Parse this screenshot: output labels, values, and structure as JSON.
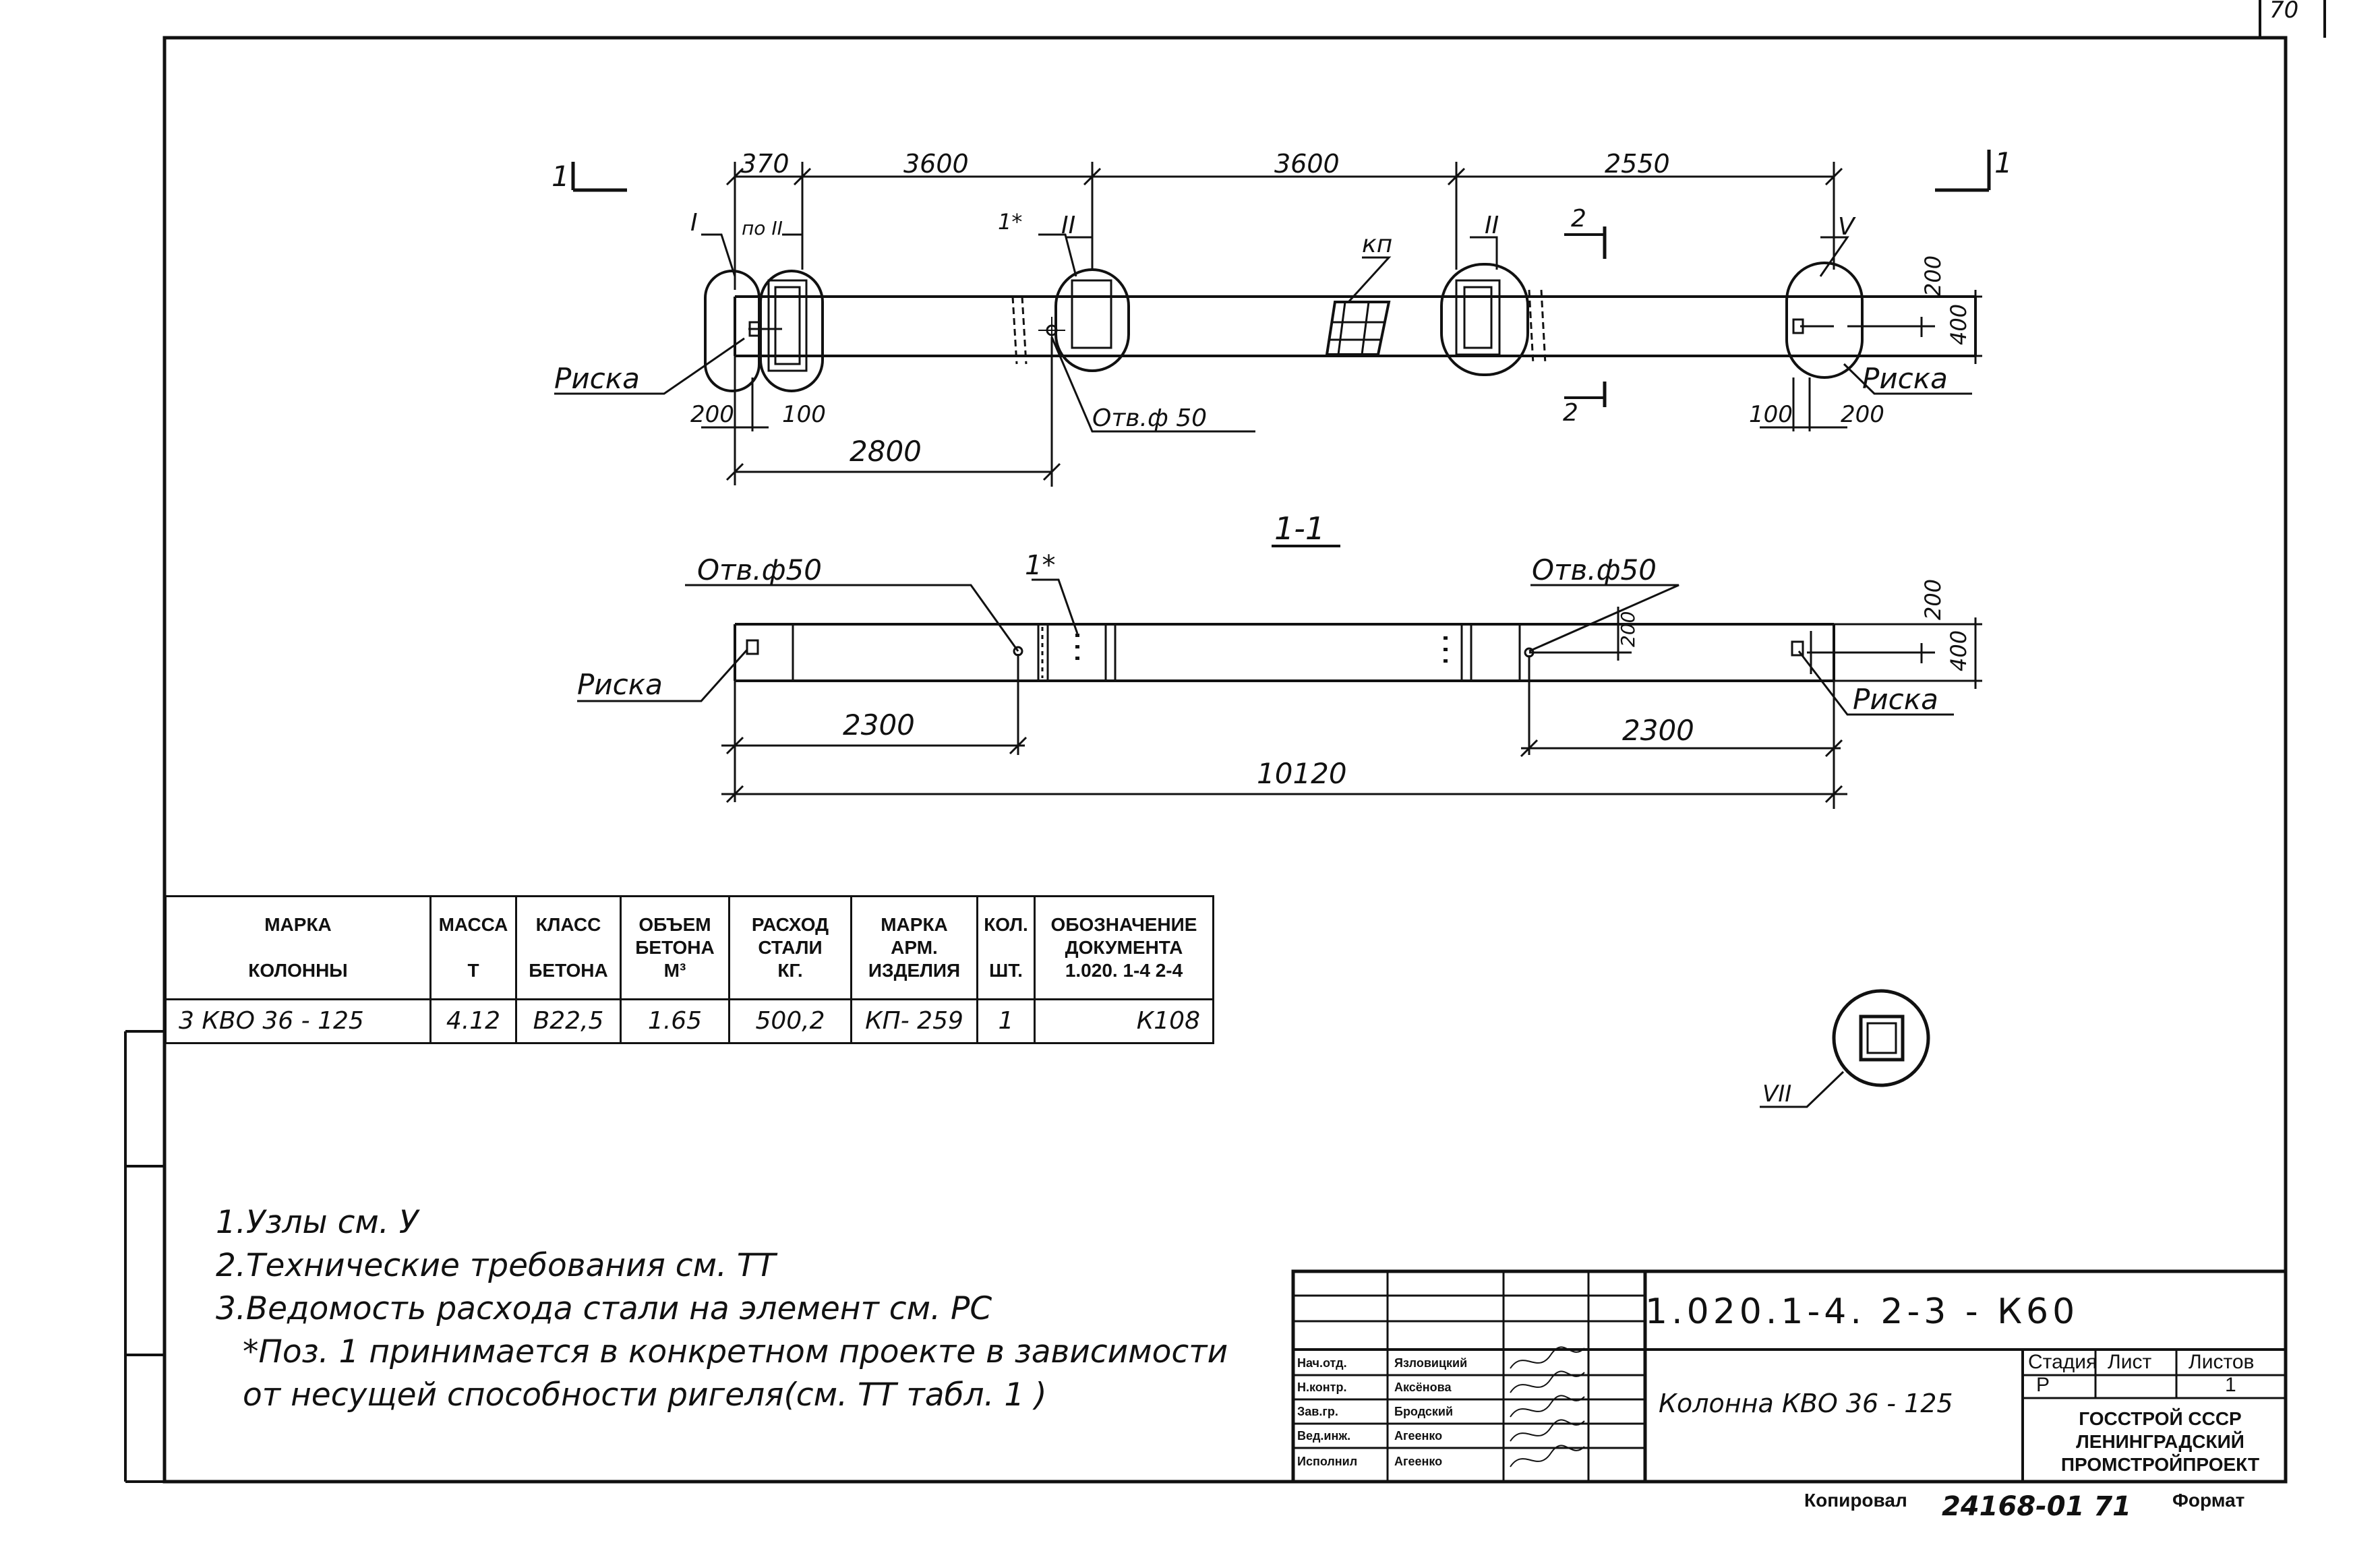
{
  "page_number": "70",
  "view_labels": {
    "section_top_left": "1",
    "section_top_right": "1",
    "section_title": "1-1",
    "section_2_top": "2",
    "section_2_bottom": "2"
  },
  "node_labels": {
    "n1": "I",
    "n_po2": "по II",
    "n1star": "1*",
    "n2a": "II",
    "kp": "кп",
    "n2b": "II",
    "n5": "V",
    "n7": "VII",
    "star_section": "1*"
  },
  "dimensions_top": {
    "d370": "370",
    "d3600a": "3600",
    "d3600b": "3600",
    "d2550": "2550",
    "d200_left": "200",
    "d100_left": "100",
    "d2800": "2800",
    "d100_right": "100",
    "d200_right": "200",
    "d200_vert": "200",
    "d400_vert": "400"
  },
  "dimensions_section": {
    "d2300_left": "2300",
    "d2300_right": "2300",
    "d10120": "10120",
    "d200_mid": "200",
    "d200_vert": "200",
    "d400_vert": "400"
  },
  "callouts": {
    "riska_top_left": "Риска",
    "riska_top_right": "Риска",
    "hole_top": "Отв.ф 50",
    "hole_sec_left": "Отв.ф50",
    "hole_sec_right": "Отв.ф50",
    "riska_sec_left": "Риска",
    "riska_sec_right": "Риска"
  },
  "table": {
    "headers": [
      [
        "МАРКА",
        "КОЛОННЫ"
      ],
      [
        "МАССА",
        "Т"
      ],
      [
        "КЛАСС",
        "БЕТОНА"
      ],
      [
        "ОБЪЕМ",
        "БЕТОНА",
        "М³"
      ],
      [
        "РАСХОД",
        "СТАЛИ",
        "КГ."
      ],
      [
        "МАРКА",
        "АРМ.",
        "ИЗДЕЛИЯ"
      ],
      [
        "КОЛ.",
        "ШТ."
      ],
      [
        "ОБОЗНАЧЕНИЕ",
        "ДОКУМЕНТА",
        "1.020. 1-4 2-4"
      ]
    ],
    "row": [
      "3 КВО 36 - 125",
      "4.12",
      "В22,5",
      "1.65",
      "500,2",
      "КП- 259",
      "1",
      "К108"
    ]
  },
  "notes": [
    "1.Узлы см. У",
    "2.Технические требования  см. ТТ",
    "3.Ведомость расхода стали на элемент  см. РС",
    "*Поз. 1 принимается в конкретном проекте в зависимости",
    "от несущей способности ригеля(см. ТТ табл. 1  )"
  ],
  "stamp": {
    "code": "1.020.1-4.  2-3 - К60",
    "element_name": "Колонна КВО 36 - 125",
    "roles": [
      "Нач.отд.",
      "Н.контр.",
      "Зав.гр.",
      "Вед.инж.",
      "Исполнил"
    ],
    "names": [
      "Язловицкий",
      "Аксёнова",
      "Бродский",
      "Агеенко",
      "Агеенко"
    ],
    "stage_header": "Стадия",
    "sheet_header": "Лист",
    "sheets_header": "Листов",
    "stage_value": "Р",
    "sheets_value": "1",
    "org_lines": [
      "ГОССТРОЙ СССР",
      "ЛЕНИНГРАДСКИЙ",
      "ПРОМСТРОЙПРОЕКТ"
    ]
  },
  "footer": {
    "copied_label": "Копировал",
    "order_number": "24168-01  71",
    "format_label": "Формат"
  }
}
